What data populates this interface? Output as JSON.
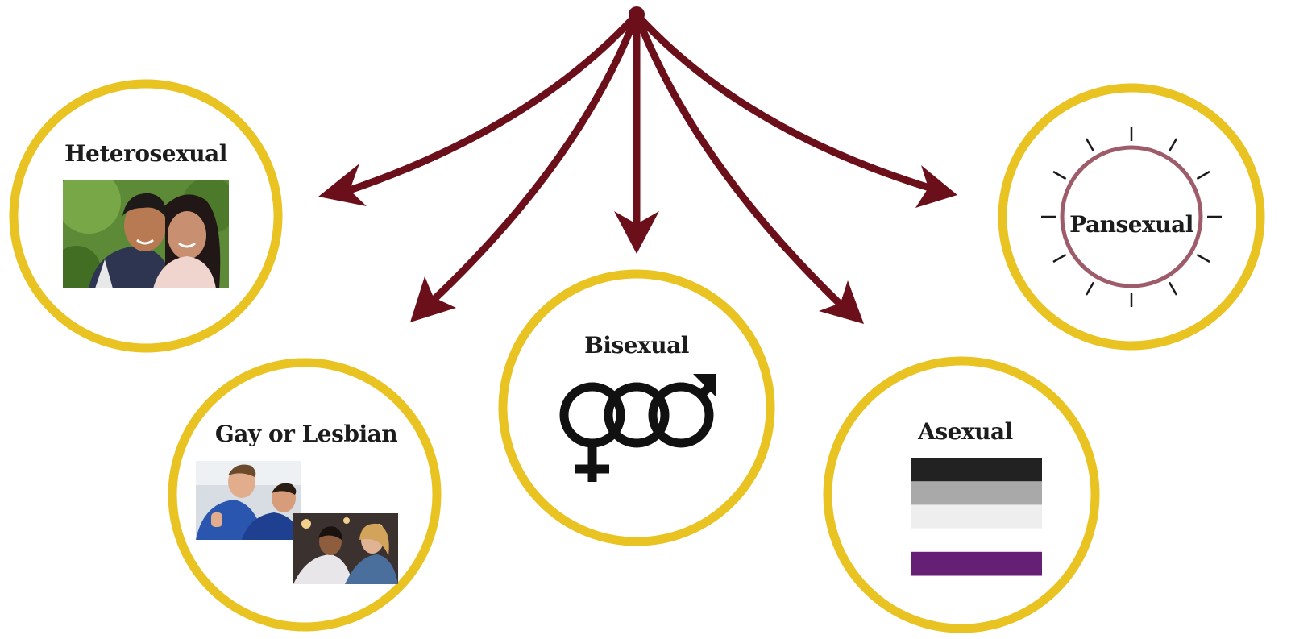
{
  "colors": {
    "ring": "#e8c322",
    "arrow": "#6b0f1a",
    "pansexual_ring": "#9e5b6a",
    "asexual_flag": [
      "#222222",
      "#a9a9a9",
      "#eeeeee",
      "#ffffff",
      "#651f74"
    ]
  },
  "nodes": [
    {
      "id": "heterosexual",
      "label": "Heterosexual",
      "content": "photo-couple"
    },
    {
      "id": "gay-lesbian",
      "label": "Gay or Lesbian",
      "content": "photo-couples"
    },
    {
      "id": "bisexual",
      "label": "Bisexual",
      "content": "bisexual-symbol-icon"
    },
    {
      "id": "asexual",
      "label": "Asexual",
      "content": "asexual-flag"
    },
    {
      "id": "pansexual",
      "label": "Pansexual",
      "content": "pansexual-symbol-icon"
    }
  ]
}
